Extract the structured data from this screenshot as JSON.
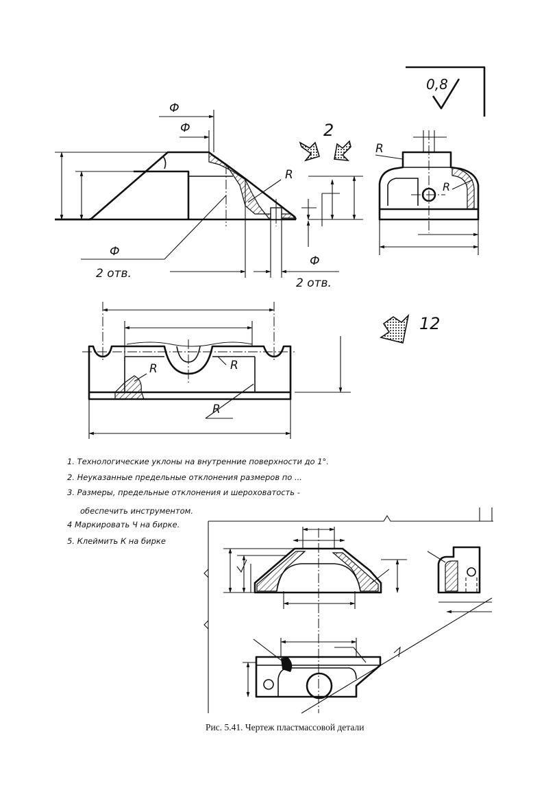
{
  "roughness": {
    "value": "0,8"
  },
  "labels": {
    "phi": "Ф",
    "radius": "R",
    "holes": "2 отв.",
    "view2": "2",
    "view12": "12"
  },
  "notes": [
    "1.  Технологические уклоны на внутренние поверхности до 1°.",
    "2.  Неуказанные предельные отклонения размеров по ...",
    "3.  Размеры, предельные отклонения и шероховатость -",
    "обеспечить инструментом.",
    "4  Маркировать  Ч  на  бирке.",
    "5.  Клеймить  К  на  бирке"
  ],
  "caption": "Рис. 5.41. Чертеж пластмассовой детали"
}
